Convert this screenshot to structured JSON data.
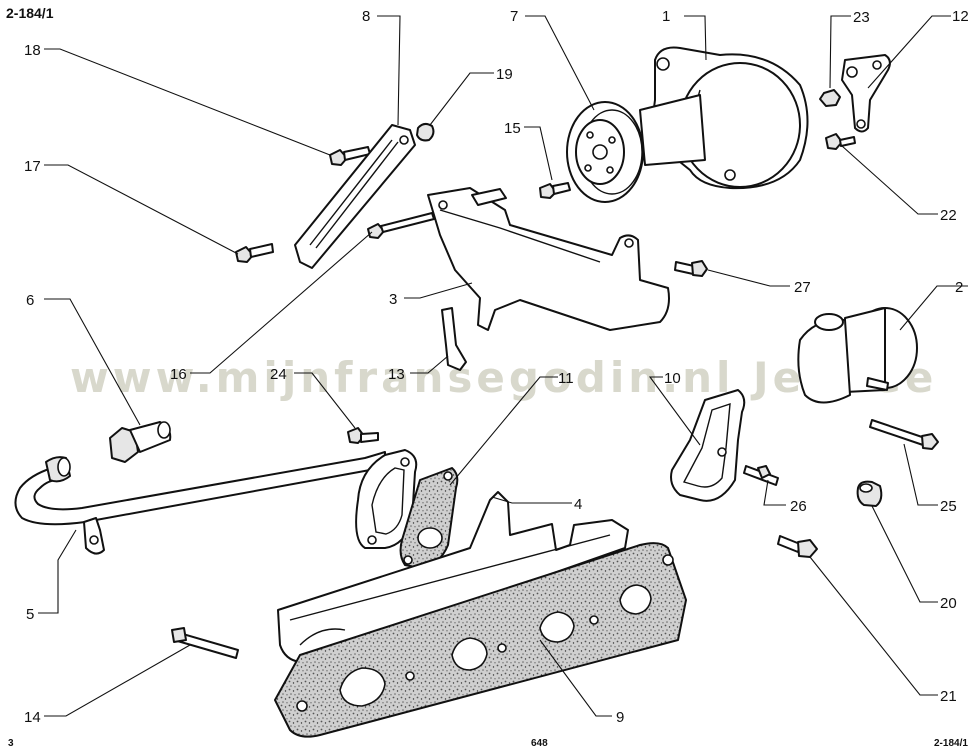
{
  "header": {
    "ref_top_left": "2-184/1"
  },
  "footer": {
    "left": "3",
    "center": "648",
    "right": "2-184/1"
  },
  "watermark": "www.mijnfransegodin.nl JeePee",
  "callouts": [
    {
      "id": "c1",
      "text": "1"
    },
    {
      "id": "c2",
      "text": "2"
    },
    {
      "id": "c3",
      "text": "3"
    },
    {
      "id": "c4",
      "text": "4"
    },
    {
      "id": "c5",
      "text": "5"
    },
    {
      "id": "c6",
      "text": "6"
    },
    {
      "id": "c7",
      "text": "7"
    },
    {
      "id": "c8",
      "text": "8"
    },
    {
      "id": "c9",
      "text": "9"
    },
    {
      "id": "c10",
      "text": "10"
    },
    {
      "id": "c11",
      "text": "11"
    },
    {
      "id": "c12",
      "text": "12"
    },
    {
      "id": "c13",
      "text": "13"
    },
    {
      "id": "c14",
      "text": "14"
    },
    {
      "id": "c15",
      "text": "15"
    },
    {
      "id": "c16",
      "text": "16"
    },
    {
      "id": "c17",
      "text": "17"
    },
    {
      "id": "c18",
      "text": "18"
    },
    {
      "id": "c19",
      "text": "19"
    },
    {
      "id": "c20",
      "text": "20"
    },
    {
      "id": "c21",
      "text": "21"
    },
    {
      "id": "c22",
      "text": "22"
    },
    {
      "id": "c23",
      "text": "23"
    },
    {
      "id": "c24",
      "text": "24"
    },
    {
      "id": "c25",
      "text": "25"
    },
    {
      "id": "c26",
      "text": "26"
    },
    {
      "id": "c27",
      "text": "27"
    }
  ]
}
